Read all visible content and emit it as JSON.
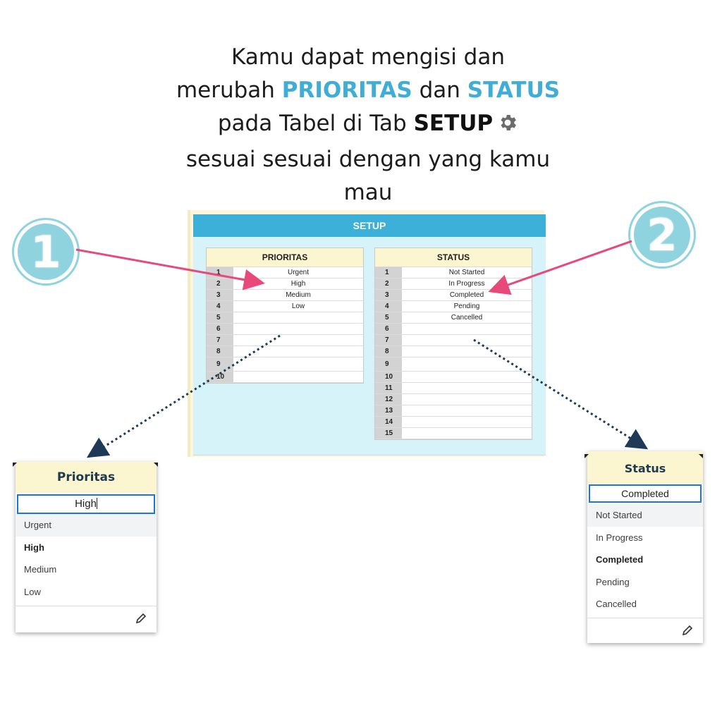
{
  "headline": {
    "line1": "Kamu dapat mengisi dan",
    "line2_a": "merubah ",
    "line2_b": "PRIORITAS",
    "line2_c": " dan ",
    "line2_d": "STATUS",
    "line3_a": "pada Tabel di Tab ",
    "line3_b": "SETUP",
    "line4": "sesuai sesuai dengan yang kamu",
    "line5": "mau",
    "gear_icon": "gear-icon"
  },
  "badges": {
    "one": "1",
    "two": "2"
  },
  "setup": {
    "title": "SETUP",
    "prioritas": {
      "header": "PRIORITAS",
      "rows": [
        {
          "n": "1",
          "v": "Urgent"
        },
        {
          "n": "2",
          "v": "High"
        },
        {
          "n": "3",
          "v": "Medium"
        },
        {
          "n": "4",
          "v": "Low"
        },
        {
          "n": "5",
          "v": ""
        },
        {
          "n": "6",
          "v": ""
        },
        {
          "n": "7",
          "v": ""
        },
        {
          "n": "8",
          "v": ""
        },
        {
          "n": "9",
          "v": ""
        },
        {
          "n": "10",
          "v": ""
        }
      ]
    },
    "status": {
      "header": "STATUS",
      "rows": [
        {
          "n": "1",
          "v": "Not Started"
        },
        {
          "n": "2",
          "v": "In Progress"
        },
        {
          "n": "3",
          "v": "Completed"
        },
        {
          "n": "4",
          "v": "Pending"
        },
        {
          "n": "5",
          "v": "Cancelled"
        },
        {
          "n": "6",
          "v": ""
        },
        {
          "n": "7",
          "v": ""
        },
        {
          "n": "8",
          "v": ""
        },
        {
          "n": "9",
          "v": ""
        },
        {
          "n": "10",
          "v": ""
        },
        {
          "n": "11",
          "v": ""
        },
        {
          "n": "12",
          "v": ""
        },
        {
          "n": "13",
          "v": ""
        },
        {
          "n": "14",
          "v": ""
        },
        {
          "n": "15",
          "v": ""
        }
      ]
    }
  },
  "prioritas_dropdown": {
    "header": "Prioritas",
    "input_value": "High",
    "options": [
      "Urgent",
      "High",
      "Medium",
      "Low"
    ],
    "selected": "High",
    "edit_icon": "pencil-icon"
  },
  "status_dropdown": {
    "header": "Status",
    "input_value": "Completed",
    "options": [
      "Not Started",
      "In Progress",
      "Completed",
      "Pending",
      "Cancelled"
    ],
    "selected": "Completed",
    "edit_icon": "pencil-icon"
  },
  "colors": {
    "accent": "#3fadd5",
    "arrow": "#e8497a",
    "dotted_arrow": "#1f3a56",
    "badge": "#8fd3df"
  }
}
